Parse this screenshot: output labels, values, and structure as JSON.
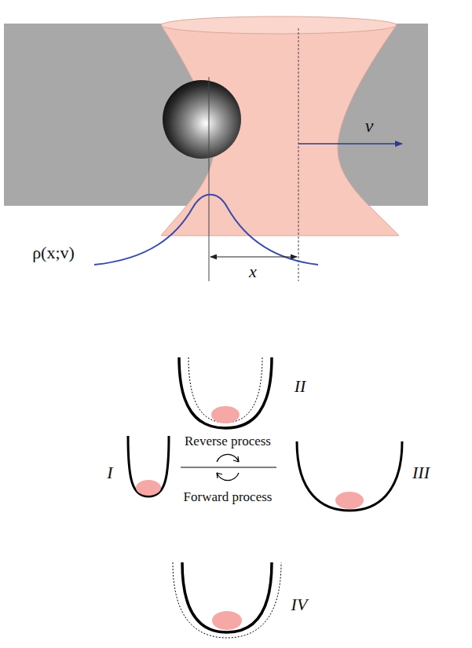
{
  "diagram": {
    "labels": [
      "v",
      "ρ(x;v)",
      "x",
      "II",
      "Reverse process",
      "I",
      "III",
      "Forward process",
      "IV"
    ]
  }
}
